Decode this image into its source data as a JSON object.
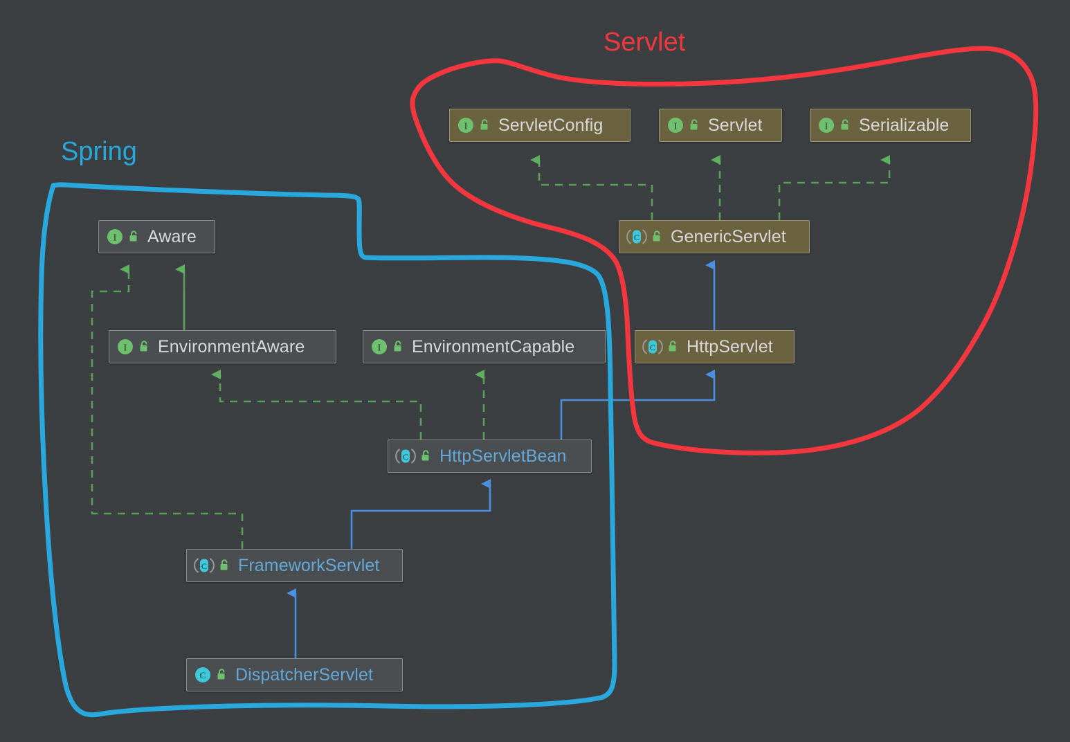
{
  "diagram": {
    "title_regions": [
      {
        "id": "spring",
        "label": "Spring",
        "color": "#29a8dd"
      },
      {
        "id": "servlet",
        "label": "Servlet",
        "color": "#f4373f"
      }
    ],
    "nodes": [
      {
        "id": "servlet-config",
        "label": "ServletConfig",
        "kind": "interface",
        "icon": "interface-icon",
        "lock": "unlock-icon",
        "background": "brown",
        "text_color": "white"
      },
      {
        "id": "servlet",
        "label": "Servlet",
        "kind": "interface",
        "icon": "interface-icon",
        "lock": "unlock-icon",
        "background": "brown",
        "text_color": "white"
      },
      {
        "id": "serializable",
        "label": "Serializable",
        "kind": "interface",
        "icon": "interface-icon",
        "lock": "unlock-icon",
        "background": "brown",
        "text_color": "white"
      },
      {
        "id": "generic-servlet",
        "label": "GenericServlet",
        "kind": "abstract-class",
        "icon": "abstract-class-icon",
        "lock": "unlock-icon",
        "background": "brown",
        "text_color": "white"
      },
      {
        "id": "http-servlet",
        "label": "HttpServlet",
        "kind": "abstract-class",
        "icon": "abstract-class-icon",
        "lock": "unlock-icon",
        "background": "brown",
        "text_color": "white"
      },
      {
        "id": "aware",
        "label": "Aware",
        "kind": "interface",
        "icon": "interface-icon",
        "lock": "unlock-icon",
        "background": "grey",
        "text_color": "white"
      },
      {
        "id": "environment-aware",
        "label": "EnvironmentAware",
        "kind": "interface",
        "icon": "interface-icon",
        "lock": "unlock-icon",
        "background": "grey",
        "text_color": "white"
      },
      {
        "id": "environment-capable",
        "label": "EnvironmentCapable",
        "kind": "interface",
        "icon": "interface-icon",
        "lock": "unlock-icon",
        "background": "grey",
        "text_color": "white"
      },
      {
        "id": "http-servlet-bean",
        "label": "HttpServletBean",
        "kind": "abstract-class",
        "icon": "abstract-class-icon",
        "lock": "unlock-icon",
        "background": "grey",
        "text_color": "blue"
      },
      {
        "id": "framework-servlet",
        "label": "FrameworkServlet",
        "kind": "abstract-class",
        "icon": "abstract-class-icon",
        "lock": "unlock-icon",
        "background": "grey",
        "text_color": "blue"
      },
      {
        "id": "dispatcher-servlet",
        "label": "DispatcherServlet",
        "kind": "class",
        "icon": "class-icon",
        "lock": "unlock-icon",
        "background": "grey",
        "text_color": "blue"
      }
    ],
    "relationships": [
      {
        "from": "generic-servlet",
        "to": "servlet-config",
        "type": "implements",
        "style": "dashed",
        "color": "#5a9e5a"
      },
      {
        "from": "generic-servlet",
        "to": "servlet",
        "type": "implements",
        "style": "dashed",
        "color": "#5a9e5a"
      },
      {
        "from": "generic-servlet",
        "to": "serializable",
        "type": "implements",
        "style": "dashed",
        "color": "#5a9e5a"
      },
      {
        "from": "http-servlet",
        "to": "generic-servlet",
        "type": "extends",
        "style": "solid",
        "color": "#4a90e2"
      },
      {
        "from": "environment-aware",
        "to": "aware",
        "type": "extends",
        "style": "solid",
        "color": "#5a9e5a"
      },
      {
        "from": "framework-servlet",
        "to": "aware",
        "type": "implements",
        "style": "dashed",
        "color": "#5a9e5a"
      },
      {
        "from": "http-servlet-bean",
        "to": "environment-aware",
        "type": "implements",
        "style": "dashed",
        "color": "#5a9e5a"
      },
      {
        "from": "http-servlet-bean",
        "to": "environment-capable",
        "type": "implements",
        "style": "dashed",
        "color": "#5a9e5a"
      },
      {
        "from": "http-servlet-bean",
        "to": "http-servlet",
        "type": "extends",
        "style": "solid",
        "color": "#4a90e2"
      },
      {
        "from": "framework-servlet",
        "to": "http-servlet-bean",
        "type": "extends",
        "style": "solid",
        "color": "#4a90e2"
      },
      {
        "from": "dispatcher-servlet",
        "to": "framework-servlet",
        "type": "extends",
        "style": "solid",
        "color": "#4a90e2"
      }
    ],
    "annotations": {
      "spring_boundary_color": "#29a8dd",
      "servlet_boundary_color": "#f4373f",
      "canvas_background": "#3b3f41"
    }
  }
}
